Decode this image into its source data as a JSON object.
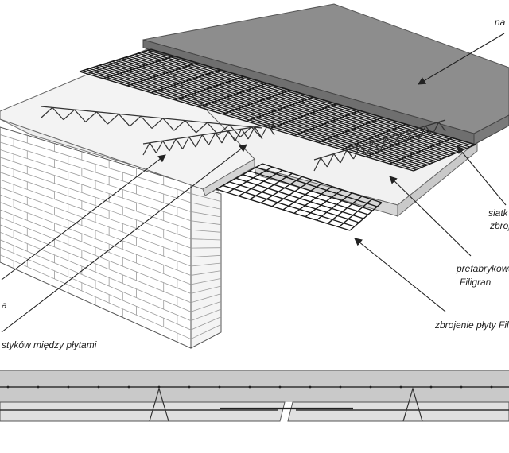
{
  "labels": {
    "topping_slab": "na",
    "top_mesh": "siatk",
    "top_mesh_2": "zbroj",
    "prefab_slab": "prefabrykowa",
    "prefab_slab_2": "Filigran",
    "slab_reinforcement": "zbrojenie płyty Filig",
    "joint_reinforcement": "styków między płytami",
    "support": "a"
  },
  "colors": {
    "topping": "#8d8d8d",
    "topping_front": "#6f6f6f",
    "prefab_top": "#f1f1f1",
    "prefab_edge": "#d6d6d6",
    "wall_face": "#ffffff",
    "section_fill": "#d2d2d2",
    "section_top": "#bcbcbc"
  }
}
